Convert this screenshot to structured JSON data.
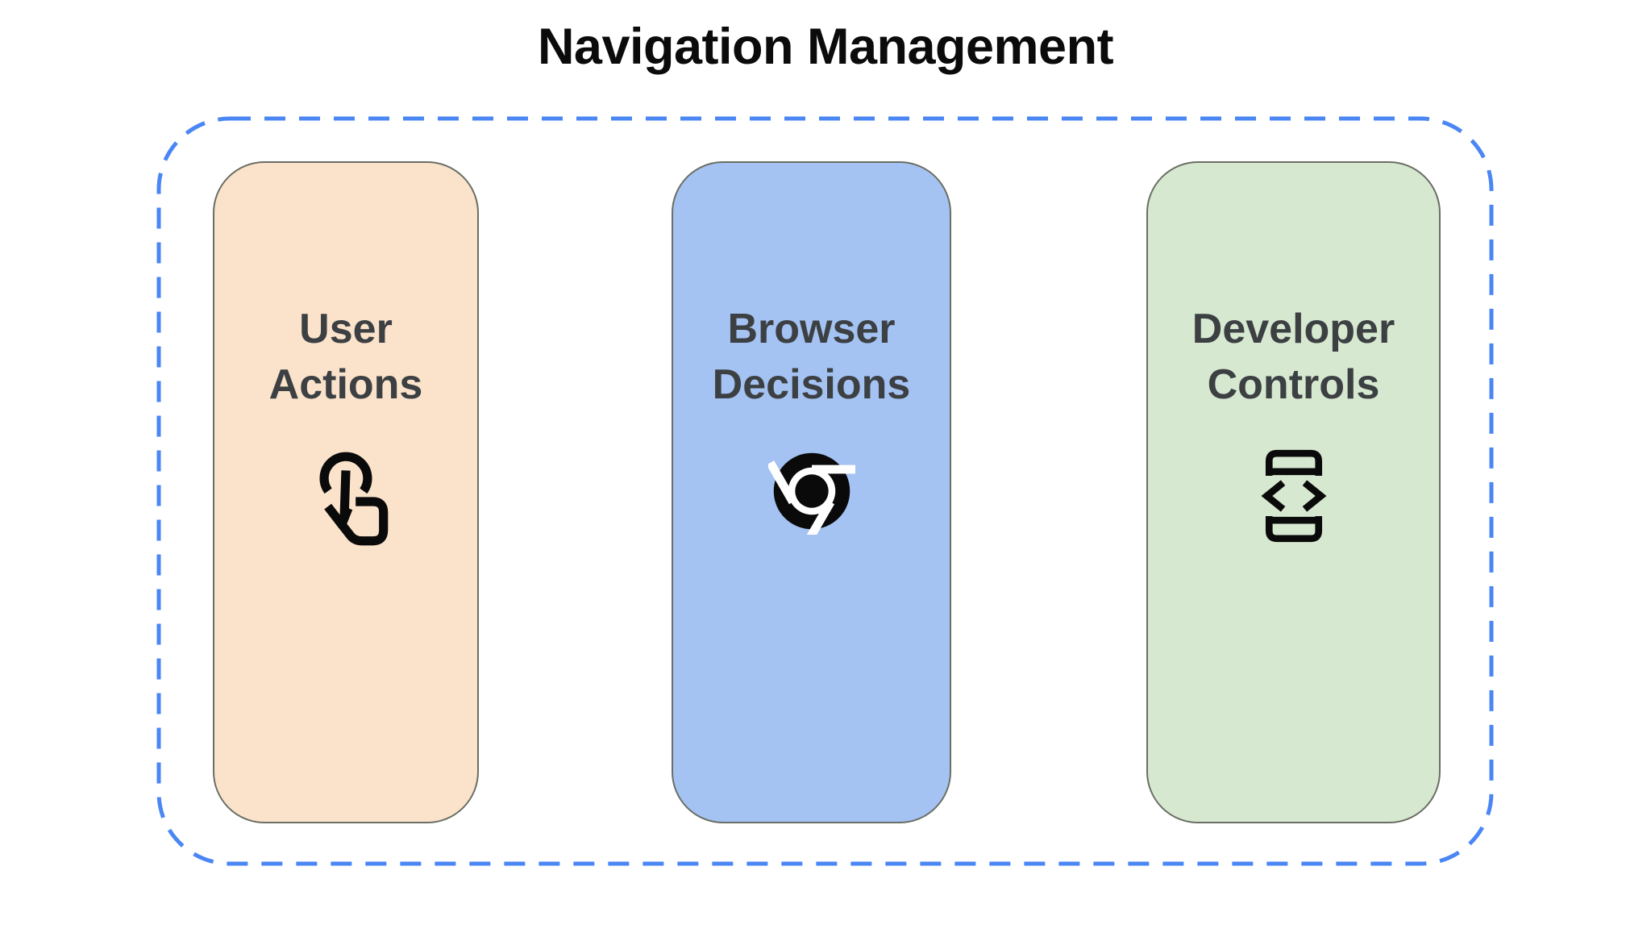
{
  "title": "Navigation Management",
  "boundary": {
    "style": "dashed",
    "color": "#4a86f4"
  },
  "colors": {
    "title_text": "#0b0b0b",
    "card_label_text": "#3c4043",
    "card_outline": "#6a6e64",
    "icon": "#0a0a0a",
    "user_actions_bg": "#fbe3cb",
    "browser_decisions_bg": "#a4c2f2",
    "developer_controls_bg": "#d6e8d0"
  },
  "cards": [
    {
      "label": "User Actions",
      "label_lines": [
        "User",
        "Actions"
      ],
      "bg": "#fbe3cb",
      "icon": "touch-gesture-icon"
    },
    {
      "label": "Browser Decisions",
      "label_lines": [
        "Browser",
        "Decisions"
      ],
      "bg": "#a4c2f2",
      "icon": "chrome-browser-icon"
    },
    {
      "label": "Developer Controls",
      "label_lines": [
        "Developer",
        "Controls"
      ],
      "bg": "#d6e8d0",
      "icon": "developer-mode-icon"
    }
  ]
}
